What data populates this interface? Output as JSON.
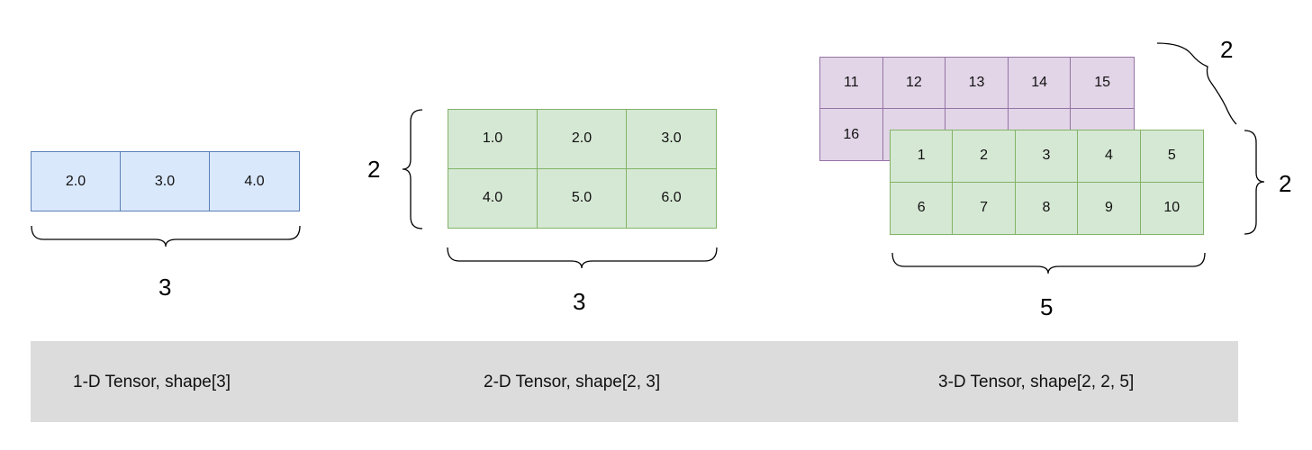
{
  "tensor_1d": {
    "values": [
      "2.0",
      "3.0",
      "4.0"
    ],
    "width_label": "3",
    "caption": "1-D Tensor, shape[3]"
  },
  "tensor_2d": {
    "rows": [
      [
        "1.0",
        "2.0",
        "3.0"
      ],
      [
        "4.0",
        "5.0",
        "6.0"
      ]
    ],
    "height_label": "2",
    "width_label": "3",
    "caption": "2-D Tensor, shape[2, 3]"
  },
  "tensor_3d": {
    "back_layer": [
      [
        "11",
        "12",
        "13",
        "14",
        "15"
      ],
      [
        "16",
        "",
        "",
        "",
        ""
      ]
    ],
    "front_layer": [
      [
        "1",
        "2",
        "3",
        "4",
        "5"
      ],
      [
        "6",
        "7",
        "8",
        "9",
        "10"
      ]
    ],
    "depth_label": "2",
    "height_label": "2",
    "width_label": "5",
    "caption": "3-D Tensor, shape[2, 2, 5]"
  },
  "colors": {
    "blue_fill": "#dae8fc",
    "blue_border": "#5b80b6",
    "green_fill": "#d5e8d4",
    "green_border": "#82b366",
    "purple_fill": "#e1d5e7",
    "purple_border": "#9673a6",
    "caption_bar": "#dcdcdc"
  }
}
